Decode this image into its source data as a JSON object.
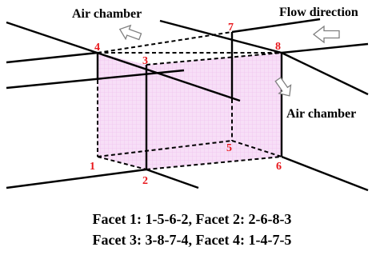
{
  "labels": {
    "air_chamber_top": "Air chamber",
    "flow_direction": "Flow direction",
    "air_chamber_right": "Air chamber"
  },
  "vertices": [
    "1",
    "2",
    "3",
    "4",
    "5",
    "6",
    "7",
    "8"
  ],
  "captions": [
    "Facet 1: 1-5-6-2, Facet 2: 2-6-8-3",
    "Facet 3: 3-8-7-4, Facet 4: 1-4-7-5"
  ],
  "colors": {
    "vertex_label": "#e8161b",
    "facet_fill": "#f7dff7",
    "facet_hatch": "#f0b8ef",
    "line": "#000000",
    "arrow_outline": "#7f7f7f"
  },
  "icons": [
    "arrow-up-left-icon",
    "arrow-left-icon",
    "arrow-down-right-icon"
  ]
}
